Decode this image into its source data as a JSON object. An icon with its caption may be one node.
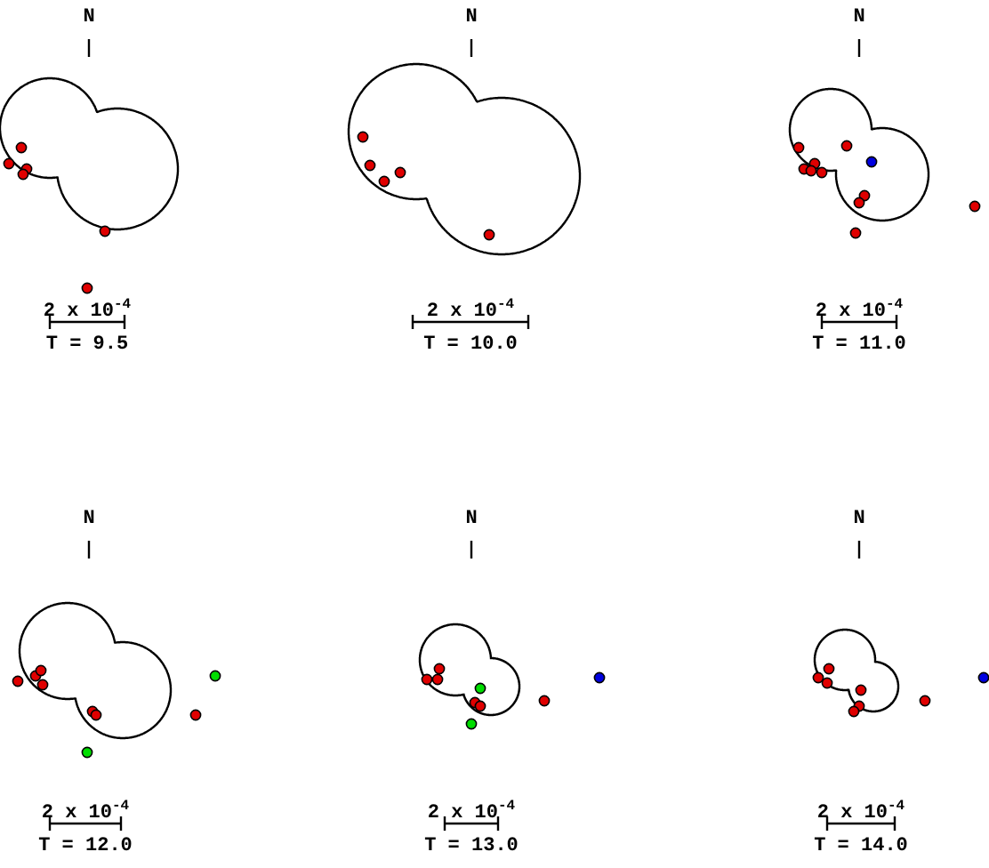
{
  "diagram": {
    "labels": [
      "N",
      "N",
      "N",
      "2 x 10$^{-4}$",
      "2 x 10$^{-4}$",
      "2 x 10$^{-4}$",
      "T = 9.5",
      "T = 10.0",
      "T = 11.0",
      "N",
      "N",
      "N",
      "2 x 10$^{-4}$",
      "2 x 10$^{-4}$",
      "2 x 10$^{-4}$",
      "T = 12.0",
      "T = 13.0",
      "T = 14.0"
    ]
  }
}
